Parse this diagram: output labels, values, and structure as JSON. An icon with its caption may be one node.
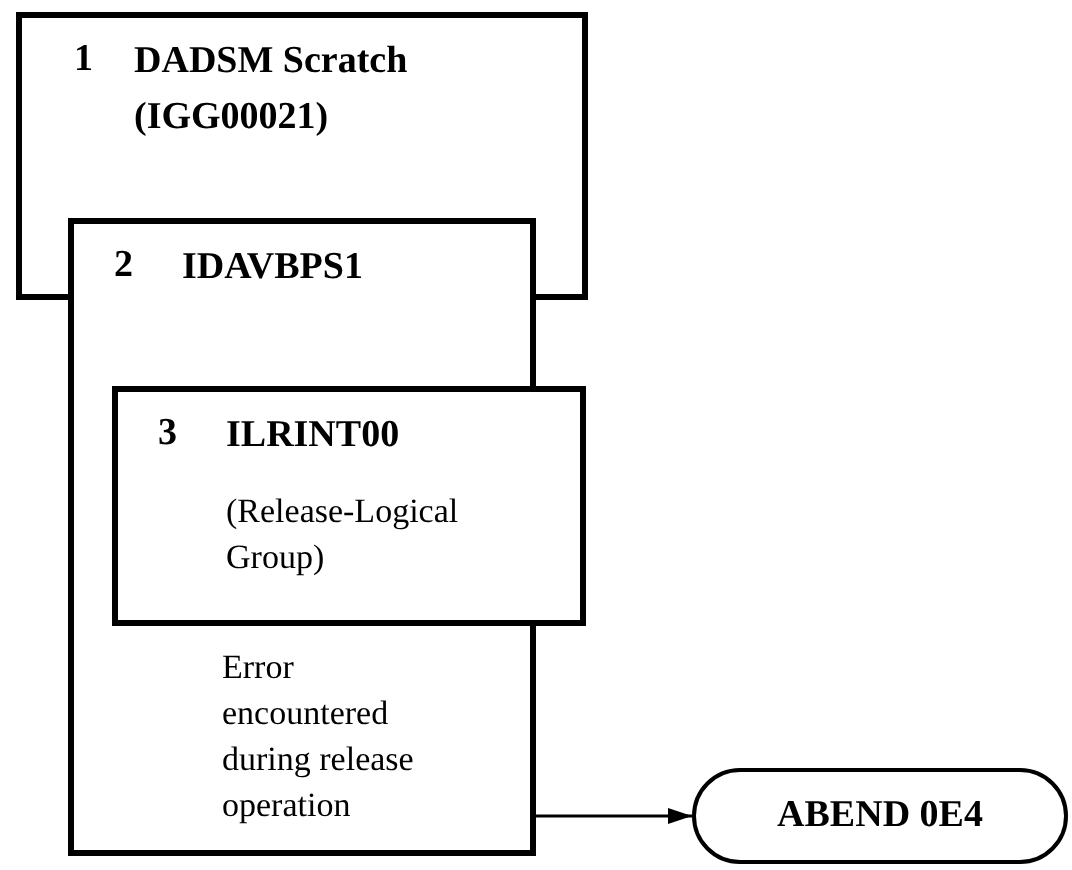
{
  "diagram": {
    "nodes": [
      {
        "text": [
          "1",
          "DADSM Scratch (IGG00021)"
        ]
      },
      {
        "text": [
          "2",
          "IDAVBPS1",
          "Error encountered during release operation"
        ]
      },
      {
        "text": [
          "3",
          "ILRINT00",
          "(Release-Logical Group)"
        ]
      },
      {
        "text": [
          "ABEND 0E4"
        ]
      }
    ],
    "edges": [
      {
        "from": 1,
        "to": 3,
        "arrow": "to"
      }
    ]
  }
}
